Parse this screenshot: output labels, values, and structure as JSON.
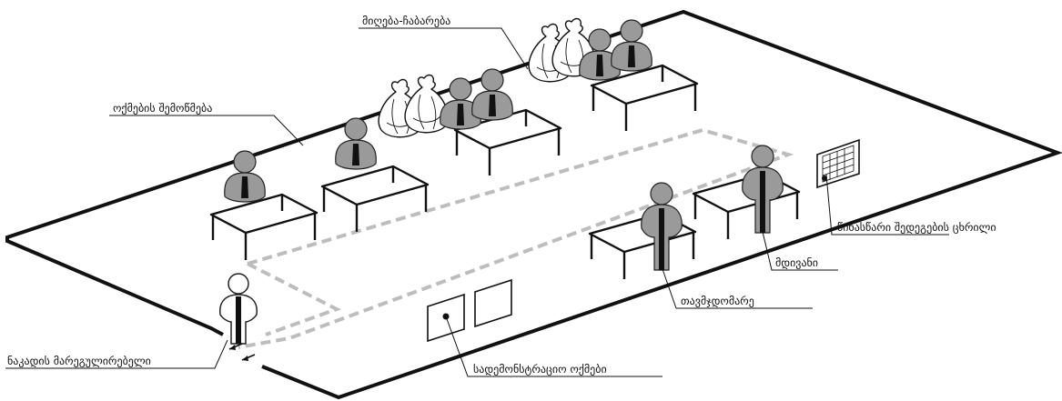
{
  "labels": {
    "ballot_issue": "მიღება-ჩაბარება",
    "ballot_check": "ოქმების შემოწმება",
    "results_table": "წინასწარი შედეგების ცხრილი",
    "secretary": "მდივანი",
    "chairman": "თავმჯდომარე",
    "demo_protocols": "სადემონსტრაციო ოქმები",
    "flow_controller": "ნაკადის მარეგულირებელი"
  },
  "colors": {
    "walls": "#111111",
    "dashed_zone": "#bdbdbd",
    "people": "#9a9a9a"
  },
  "icons": {
    "ballot_bag": "sack-icon",
    "results_board": "grid-board-icon",
    "flow_arrows": "arrow-icon"
  }
}
